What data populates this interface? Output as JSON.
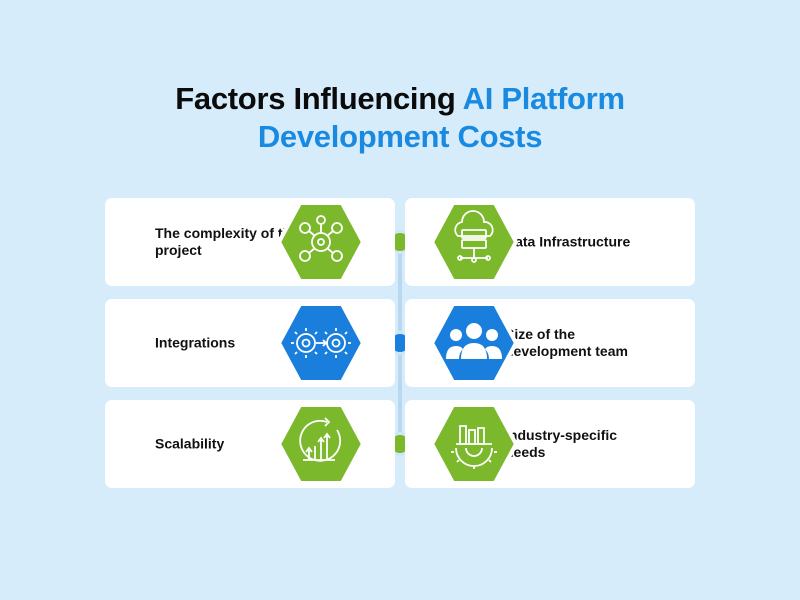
{
  "title": {
    "line1_plain": "Factors Influencing ",
    "line1_accent": "AI Platform",
    "line2_accent": "Development Costs"
  },
  "colors": {
    "background": "#d6ecfb",
    "accent_blue": "#1a8ae0",
    "hex_green": "#7cb82b",
    "hex_blue": "#1a7fdc",
    "card": "#ffffff"
  },
  "factors": [
    {
      "label": "The complexity of the project",
      "side": "left",
      "color": "green",
      "icon": "gears-network-icon"
    },
    {
      "label": "Data Infrastructure",
      "side": "right",
      "color": "green",
      "icon": "cloud-server-icon"
    },
    {
      "label": "Integrations",
      "side": "left",
      "color": "blue",
      "icon": "gears-exchange-icon"
    },
    {
      "label": "Size of the development team",
      "side": "right",
      "color": "blue",
      "icon": "team-icon"
    },
    {
      "label": "Scalability",
      "side": "left",
      "color": "green",
      "icon": "growth-chart-icon"
    },
    {
      "label": "Industry-specific needs",
      "side": "right",
      "color": "green",
      "icon": "industry-gear-icon"
    }
  ]
}
